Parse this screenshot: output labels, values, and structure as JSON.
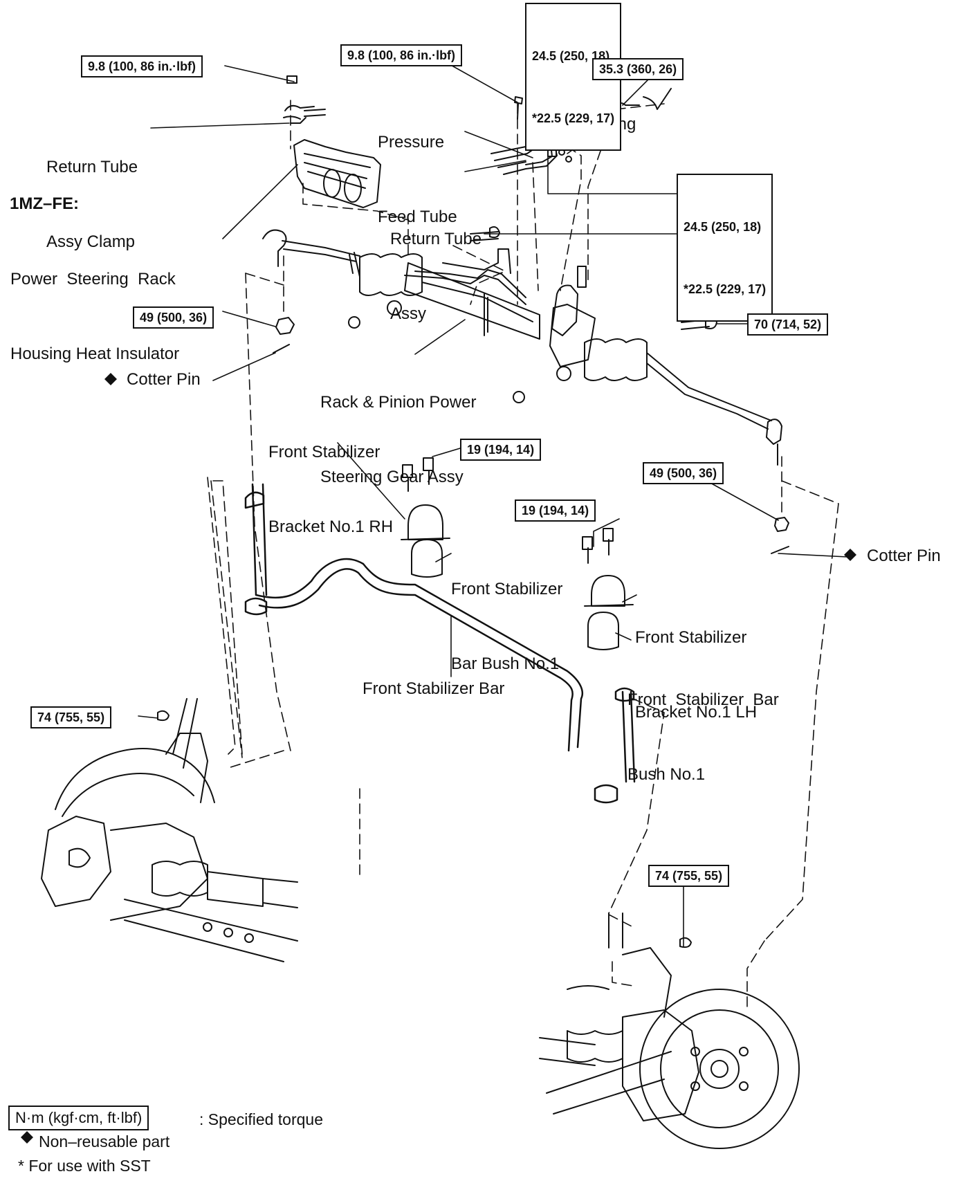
{
  "labels": {
    "return_tube_clamp_1": "Return Tube",
    "return_tube_clamp_2": "Assy Clamp",
    "pressure_feed_1": "Pressure",
    "pressure_feed_2": "Feed Tube",
    "o_ring": "O–Ring",
    "return_tube_assy_1": "Return Tube",
    "return_tube_assy_2": "Assy",
    "engine_1mz": "1MZ–FE:",
    "heat_insulator_1": "Power  Steering  Rack",
    "heat_insulator_2": "Housing Heat Insulator",
    "rack_pinion_1": "Rack & Pinion Power",
    "rack_pinion_2": "Steering Gear Assy",
    "cotter_pin_left": "Cotter Pin",
    "cotter_pin_right": "Cotter Pin",
    "bracket_rh_1": "Front Stabilizer",
    "bracket_rh_2": "Bracket No.1 RH",
    "bush_rh_1": "Front Stabilizer",
    "bush_rh_2": "Bar Bush No.1",
    "bracket_lh_1": "Front Stabilizer",
    "bracket_lh_2": "Bracket No.1 LH",
    "bush_lh_1": "Front  Stabilizer  Bar",
    "bush_lh_2": "Bush No.1",
    "stabilizer_bar": "Front Stabilizer Bar"
  },
  "torques": {
    "t_clamp": "9.8 (100, 86 in.·lbf)",
    "t_feed_bolt": "9.8 (100, 86 in.·lbf)",
    "t_top_1": "24.5 (250, 18)",
    "t_top_2": "*22.5 (229, 17)",
    "t_union": "35.3 (360, 26)",
    "t_mid_1": "24.5 (250, 18)",
    "t_mid_2": "*22.5 (229, 17)",
    "t_mount": "70 (714, 52)",
    "t_tierod_left": "49 (500, 36)",
    "t_tierod_right": "49 (500, 36)",
    "t_bracket_rh": "19 (194, 14)",
    "t_bracket_lh": "19 (194, 14)",
    "t_link_left": "74 (755, 55)",
    "t_link_right": "74 (755, 55)"
  },
  "legend": {
    "torque_unit": "N·m (kgf·cm, ft·lbf)",
    "torque_desc": ": Specified torque",
    "non_reusable": "Non–reusable part",
    "sst": "* For use with SST"
  },
  "symbols": {
    "diamond": "◆"
  },
  "colors": {
    "ink": "#111111",
    "paper": "#ffffff"
  }
}
